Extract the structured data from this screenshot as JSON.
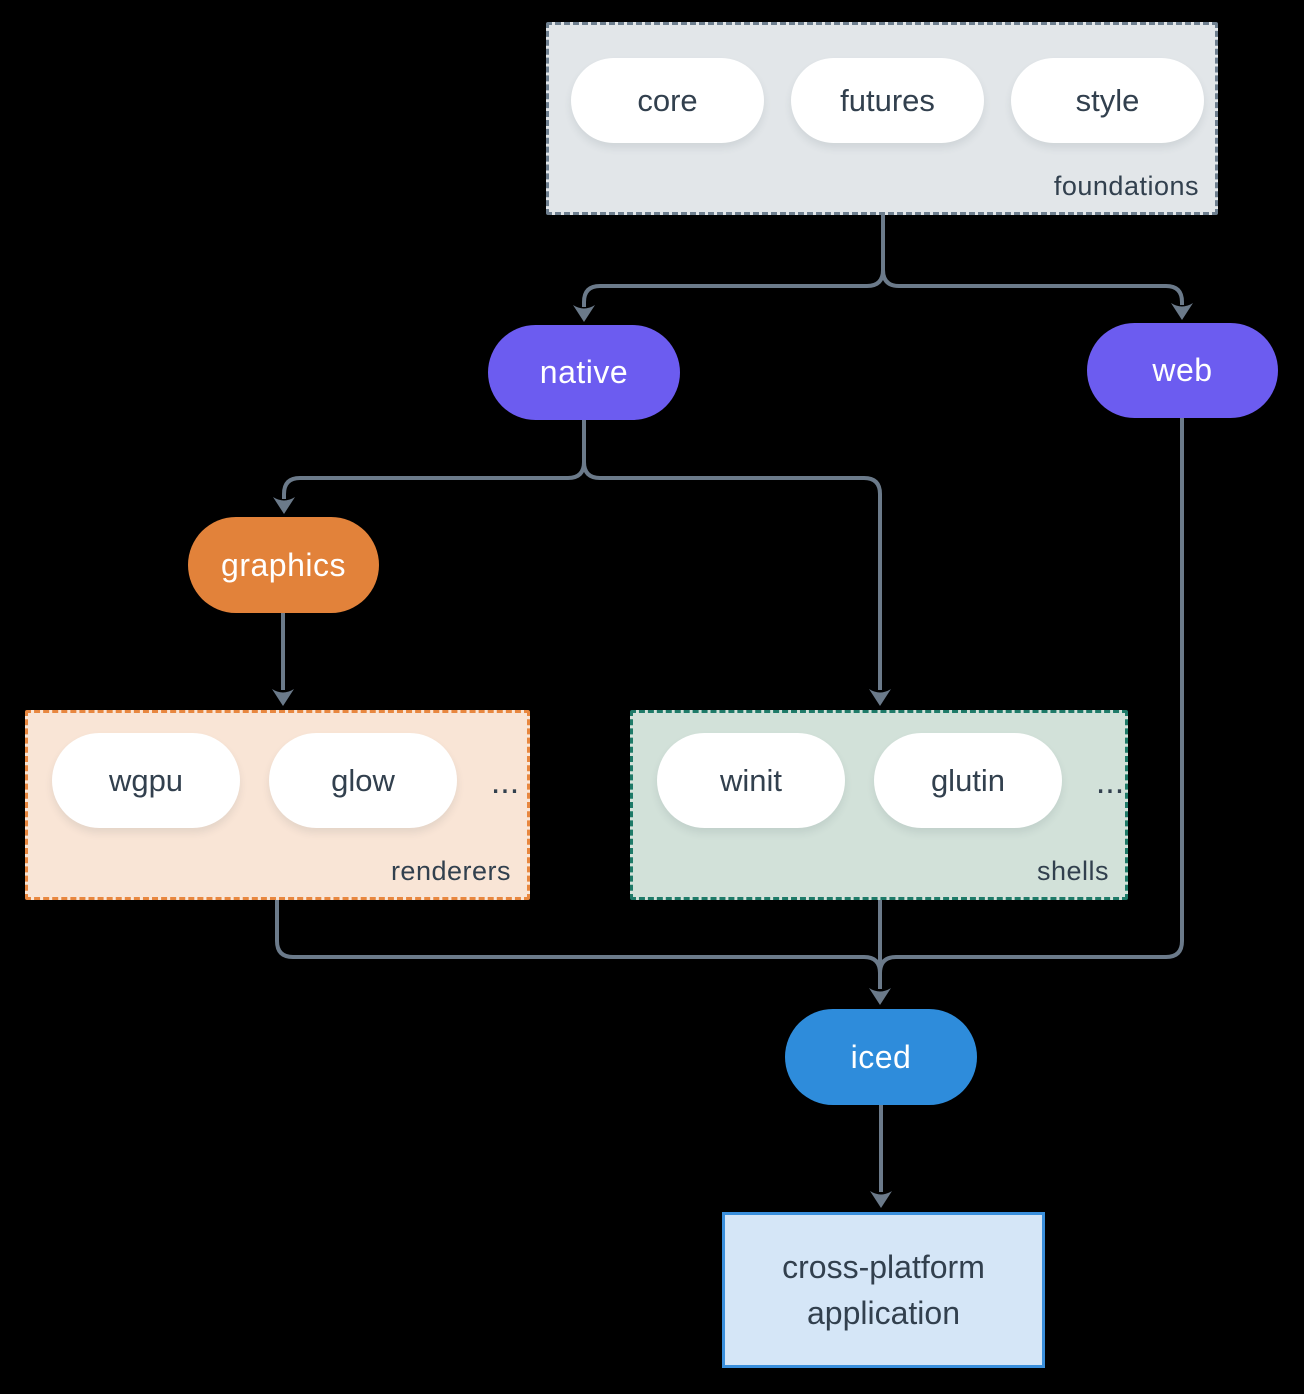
{
  "diagram": {
    "foundations": {
      "label": "foundations",
      "pills": [
        "core",
        "futures",
        "style"
      ]
    },
    "native": {
      "label": "native"
    },
    "web": {
      "label": "web"
    },
    "graphics": {
      "label": "graphics"
    },
    "renderers": {
      "label": "renderers",
      "pills": [
        "wgpu",
        "glow"
      ],
      "ellipsis": "..."
    },
    "shells": {
      "label": "shells",
      "pills": [
        "winit",
        "glutin"
      ],
      "ellipsis": "..."
    },
    "iced": {
      "label": "iced"
    },
    "application": {
      "label": "cross-platform application"
    }
  },
  "colors": {
    "background": "#000000",
    "connector": "#6b7a8a",
    "node_purple": "#6c5cf0",
    "node_orange": "#e2823a",
    "node_blue": "#2e8cdb",
    "pill_white": "#ffffff",
    "foundations_fill": "#e2e6e9",
    "foundations_border": "#6e7f8f",
    "renderers_fill": "#f9e5d6",
    "renderers_border": "#e8873f",
    "shells_fill": "#d2e1d9",
    "shells_border": "#1e7a68",
    "application_fill": "#d5e6f7",
    "application_border": "#3a8fdc",
    "text_dark": "#32404e",
    "text_light": "#ffffff"
  }
}
